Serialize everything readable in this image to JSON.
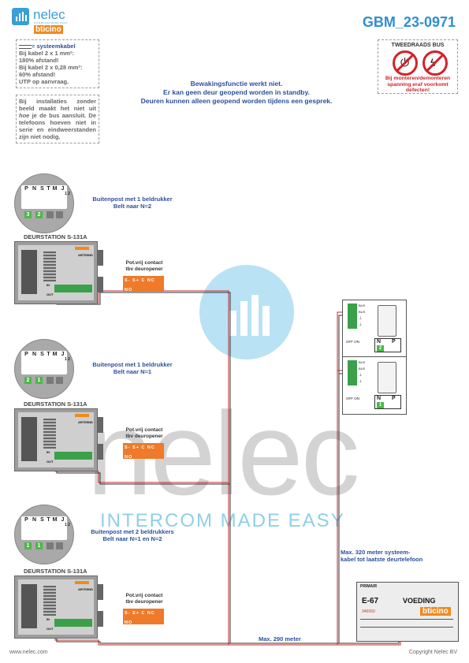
{
  "header": {
    "logo_text": "nelec",
    "logo_tagline": "INTERCOM MADE EASY",
    "brand_logo": "bticino",
    "doc_code": "GBM_23-0971"
  },
  "note_cable": {
    "title": "= systeemkabel",
    "lines": [
      "Bij kabel 2 x 1 mm²:",
      "180% afstand!",
      "Bij kabel 2 x 0,28 mm²:",
      "60% afstand!",
      "UTP op aanvraag."
    ]
  },
  "note_install": {
    "text_a": "Bij installaties zonder beeld maakt het niet uit ",
    "text_em": "hoe",
    "text_b": " je de bus aansluit. De telefoons hoeven niet in serie en eindweerstanden zijn niet nodig."
  },
  "warning": {
    "title": "TWEEDRAADS BUS",
    "text": "Bij monteren/demonteren spanning eraf voorkomt defecten!",
    "color": "#d3222a"
  },
  "main_message": {
    "line1": "Bewakingsfunctie werkt niet.",
    "line2": "Er kan geen deur geopend worden in standby.",
    "line3": "Deuren kunnen alleen geopend worden tijdens een gesprek."
  },
  "dip_labels": [
    "P",
    "N",
    "S",
    "T",
    "M",
    "J",
    "1",
    "2"
  ],
  "stations": [
    {
      "dip_values": [
        "3",
        "2"
      ],
      "post_line1": "Buitenpost met 1 beldrukker",
      "post_line2": "Belt naar N=2",
      "title": "DEURSTATION S-131A",
      "relay_line1": "Pot.vrij contact",
      "relay_line2": "tbv deuropener",
      "relay_pins": "S- S+ C NC NO"
    },
    {
      "dip_values": [
        "2",
        "1"
      ],
      "post_line1": "Buitenpost met 1 beldrukker",
      "post_line2": "Belt naar N=1",
      "title": "DEURSTATION S-131A",
      "relay_line1": "Pot.vrij contact",
      "relay_line2": "tbv deuropener",
      "relay_pins": "S- S+ C NC NO"
    },
    {
      "dip_values": [
        "1",
        "1"
      ],
      "post_line1": "Buitenpost met 2 beldrukkers",
      "post_line2": "Belt naar N=1 en N=2",
      "title": "DEURSTATION S-131A",
      "relay_line1": "Pot.vrij contact",
      "relay_line2": "tbv deuropener",
      "relay_pins": "S- S+ C NC NO"
    }
  ],
  "panel_labels": {
    "in": "IN",
    "out": "OUT",
    "model": "ARTE5ND"
  },
  "phones": [
    {
      "n_label": "N",
      "p_label": "P",
      "n_value": "2",
      "switch": "OFF ON"
    },
    {
      "n_label": "N",
      "p_label": "P",
      "n_value": "1",
      "switch": "OFF ON"
    }
  ],
  "phone_terminals": [
    "BUS",
    "BUS",
    "⊥",
    "⊥"
  ],
  "max_system": {
    "line1": "Max. 320 meter systeem-",
    "line2": "kabel tot laatste deurtelefoon"
  },
  "psu": {
    "title": "PRIMAIR",
    "model": "E-67",
    "name": "VOEDING",
    "code": "346050",
    "brand": "bticino"
  },
  "max_distance": "Max. 290 meter",
  "footer": {
    "website": "www.nelec.com",
    "copyright": "Copyright Nelec BV"
  },
  "watermark": {
    "word": "nelec",
    "tagline": "INTERCOM MADE EASY"
  },
  "colors": {
    "accent_blue": "#2f8fd0",
    "text_blue": "#2d4f9e",
    "relay_orange": "#ee7a2a",
    "dip_green": "#4cb848",
    "wire_red": "#c42a2a",
    "wire_dark": "#333333"
  }
}
